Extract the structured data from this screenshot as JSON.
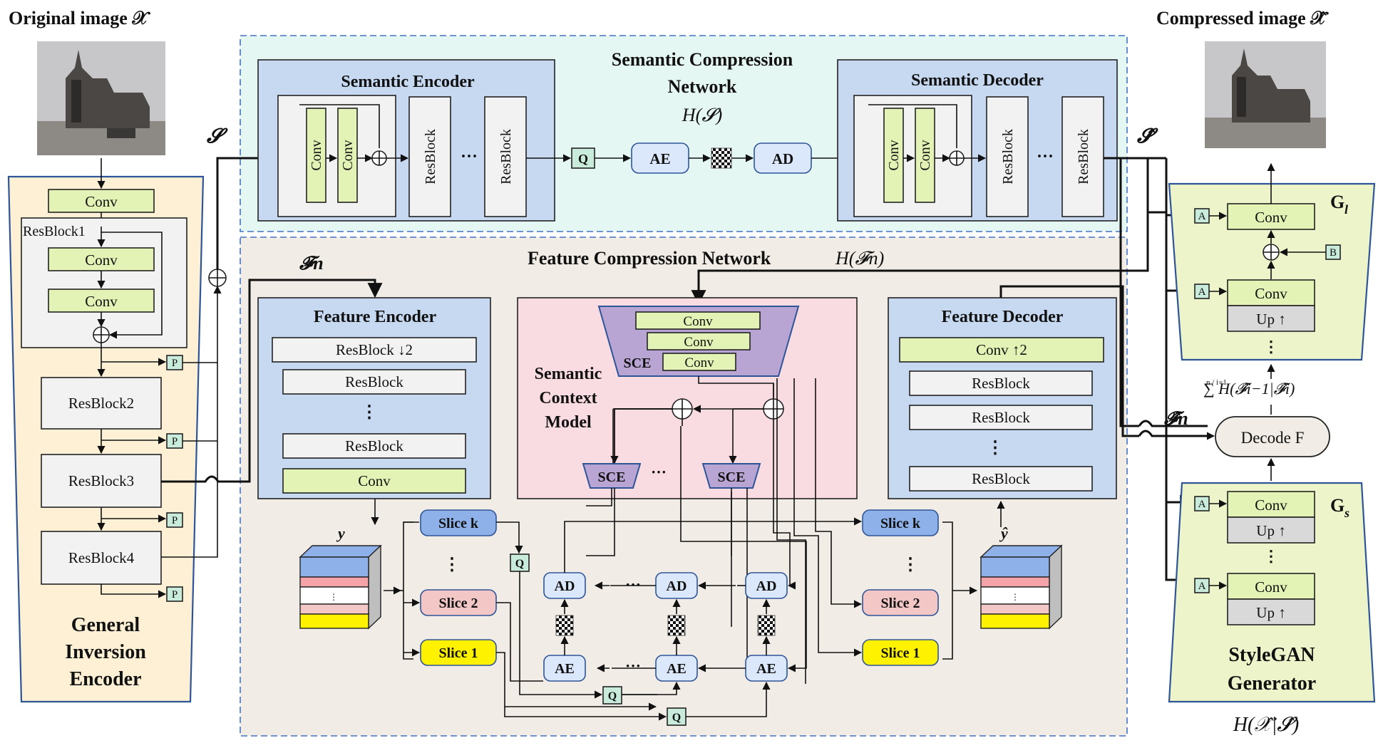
{
  "labels": {
    "original_image": "Original image 𝒳",
    "compressed_image": "Compressed image 𝒳̂",
    "sem_comp_l1": "Semantic Compression",
    "sem_comp_l2": "Network",
    "H_S": "H(𝓢)",
    "sem_encoder": "Semantic Encoder",
    "sem_decoder": "Semantic Decoder",
    "feat_comp": "Feature Compression Network",
    "H_F": "H(𝓕n)",
    "feat_encoder": "Feature Encoder",
    "feat_decoder": "Feature Decoder",
    "scm_l1": "Semantic",
    "scm_l2": "Context",
    "scm_l3": "Model",
    "gie_l1": "General",
    "gie_l2": "Inversion",
    "gie_l3": "Encoder",
    "stylegan_l1": "StyleGAN",
    "stylegan_l2": "Generator",
    "H_XS": "H(𝒳̂|𝓢̂)",
    "S": "𝓢",
    "S_hat": "𝓢̂",
    "F_n": "𝓕n",
    "F_hat_n": "𝓕̂n",
    "y": "y",
    "y_hat": "ŷ",
    "G_l": "G",
    "G_l_sub": "l",
    "G_s": "G",
    "G_s_sub": "s",
    "sum_H": "∑ H(𝓕̂i−1|𝓕̂i)",
    "sum_limits": "n / i=1"
  },
  "blocks": {
    "conv": "Conv",
    "resblock": "ResBlock",
    "resblock1": "ResBlock1",
    "resblock2": "ResBlock2",
    "resblock3": "ResBlock3",
    "resblock4": "ResBlock4",
    "resblock_down2": "ResBlock ↓2",
    "conv_up2": "Conv ↑2",
    "up": "Up ↑",
    "q": "Q",
    "p": "P",
    "a": "A",
    "b": "B",
    "ae": "AE",
    "ad": "AD",
    "sce": "SCE",
    "decode_f": "Decode F",
    "slice_k": "Slice k",
    "slice_2": "Slice 2",
    "slice_1": "Slice 1",
    "dots_h": "···",
    "dots_v": "⋮",
    "plus": "+"
  },
  "colors": {
    "gie_fill": "#fdf0d5",
    "blue_panel": "#c6d9f0",
    "teal_bg": "#e5f7f2",
    "beige_bg": "#f2ece6",
    "pink_panel": "#f9dbe2",
    "conv_green": "#e3f3b5",
    "light_gray": "#f2f2f2",
    "sce_purple": "#b9a5d4",
    "slice_blue": "#8fb1e9",
    "slice_pink": "#f4c7c7",
    "slice_yellow": "#fff200",
    "q_green": "#c8ebdc",
    "frame_blue": "#2e5597",
    "stylegan_fill": "#edf4c9"
  }
}
